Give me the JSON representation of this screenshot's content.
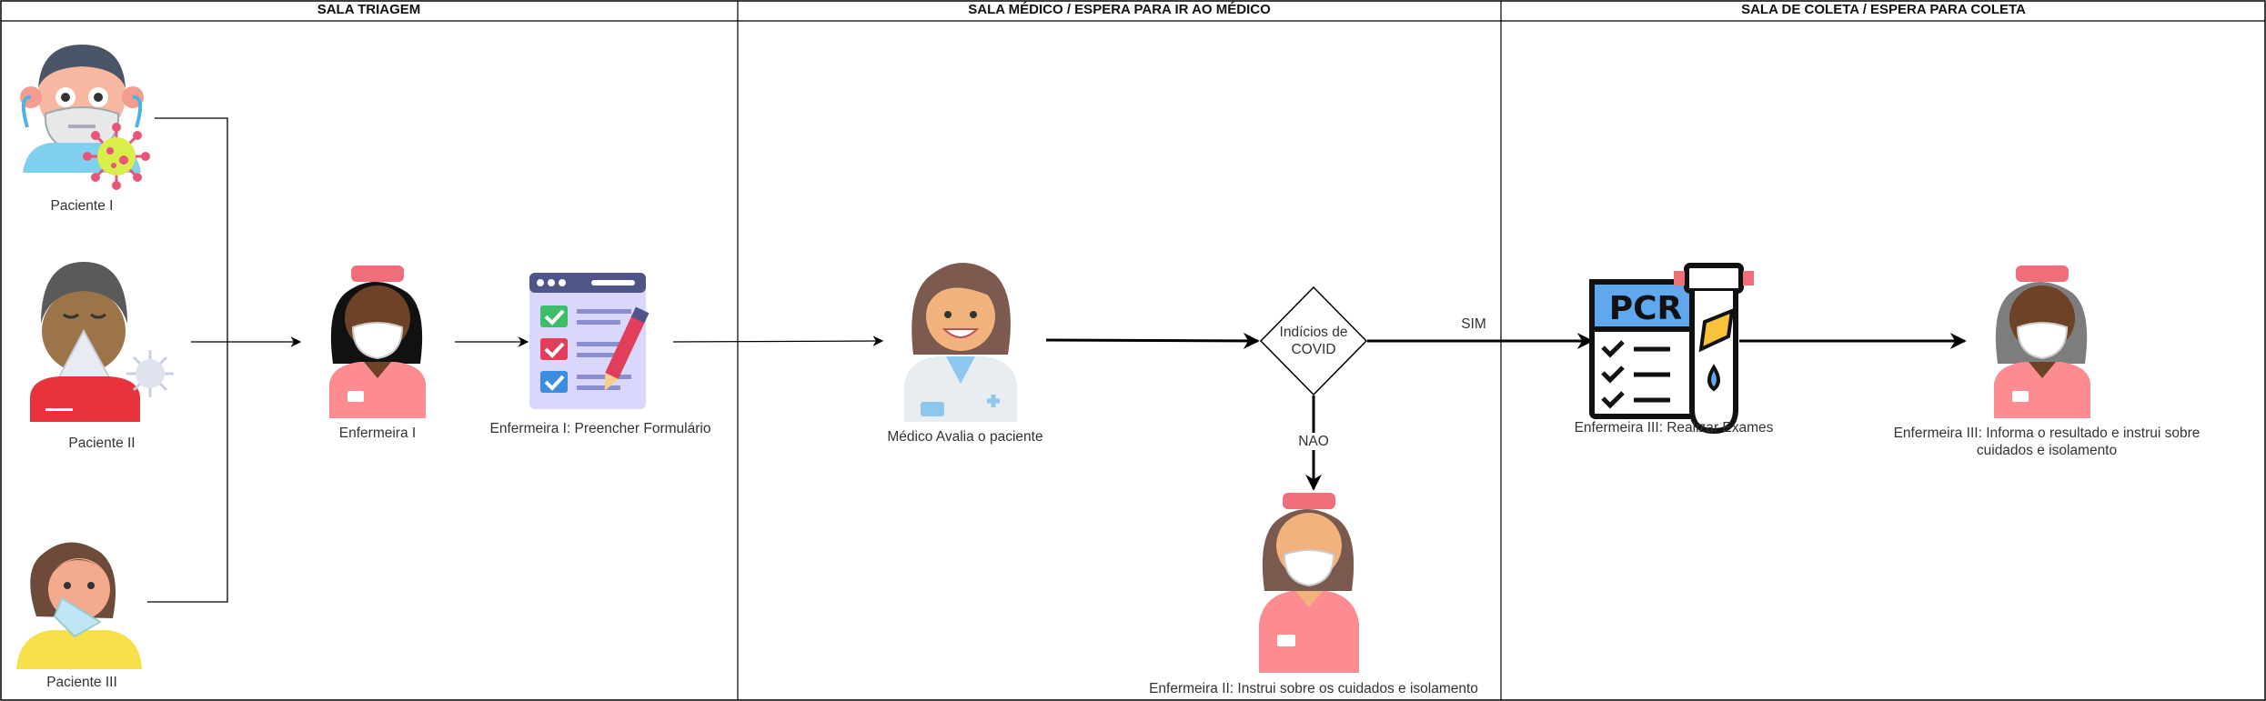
{
  "lanes": [
    {
      "title": "SALA TRIAGEM"
    },
    {
      "title": "SALA MÉDICO /  ESPERA PARA IR AO MÉDICO"
    },
    {
      "title": "SALA DE COLETA / ESPERA PARA COLETA"
    }
  ],
  "patients": [
    {
      "label": "Paciente I",
      "icon": "patient-mask-virus-icon"
    },
    {
      "label": "Paciente II",
      "icon": "patient-sneeze-virus-icon"
    },
    {
      "label": "Paciente III",
      "icon": "patient-sick-tissue-icon"
    }
  ],
  "nodes": {
    "nurse1": {
      "label": "Enfermeira I",
      "icon": "nurse-icon"
    },
    "form": {
      "label": "Enfermeira I: Preencher Formulário",
      "icon": "form-checklist-icon"
    },
    "doctor": {
      "label": "Médico Avalia o paciente",
      "icon": "doctor-icon"
    },
    "decision": {
      "label": "Indícios de COVID"
    },
    "nurse2": {
      "label": "Enfermeira II: Instrui sobre os cuidados e isolamento",
      "icon": "nurse-icon"
    },
    "pcr": {
      "label": "Enfermeira III: Realizar Exames",
      "icon": "pcr-test-icon",
      "icon_text": "PCR"
    },
    "nurse3": {
      "label": "Enfermeira III: Informa o resultado e instrui sobre cuidados e isolamento",
      "icon": "nurse-icon"
    }
  },
  "edges": {
    "yes_label": "SIM",
    "no_label": "NAO"
  },
  "colors": {
    "line": "#000000",
    "nurse_cap": "#f06d7a",
    "nurse_uniform": "#fc8b92",
    "virus": "#d8ee4a",
    "pcr_blue": "#5fa8ee",
    "form_bg": "#d9d7fb"
  }
}
